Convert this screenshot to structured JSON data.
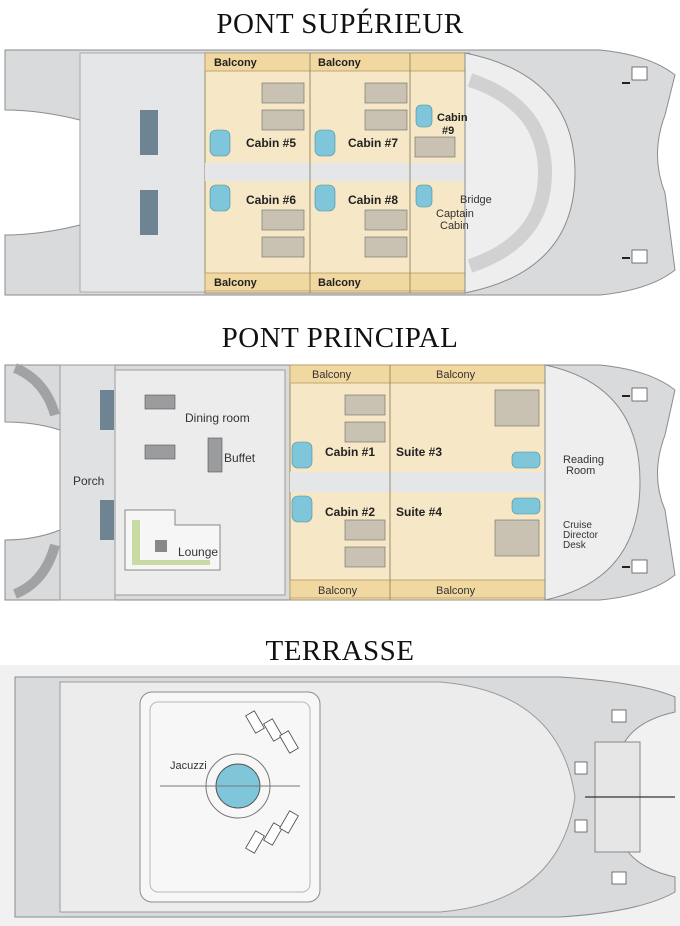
{
  "decks": {
    "upper": {
      "title": "PONT SUPÉRIEUR",
      "labels": {
        "balcony_tl": "Balcony",
        "balcony_tr": "Balcony",
        "balcony_bl": "Balcony",
        "balcony_br": "Balcony",
        "cabin5": "Cabin #5",
        "cabin7": "Cabin #7",
        "cabin9_a": "Cabin",
        "cabin9_b": "#9",
        "cabin6": "Cabin #6",
        "cabin8": "Cabin #8",
        "bridge": "Bridge",
        "captain_a": "Captain",
        "captain_b": "Cabin"
      }
    },
    "main": {
      "title": "PONT PRINCIPAL",
      "labels": {
        "dining": "Dining room",
        "buffet": "Buffet",
        "porch": "Porch",
        "lounge": "Lounge",
        "balcony_t1": "Balcony",
        "balcony_t2": "Balcony",
        "balcony_b1": "Balcony",
        "balcony_b2": "Balcony",
        "cabin1": "Cabin #1",
        "suite3": "Suite #3",
        "cabin2": "Cabin #2",
        "suite4": "Suite #4",
        "reading_a": "Reading",
        "reading_b": "Room",
        "cruise_a": "Cruise",
        "cruise_b": "Director",
        "cruise_c": "Desk"
      }
    },
    "sun": {
      "title": "TERRASSE",
      "labels": {
        "jacuzzi": "Jacuzzi"
      }
    }
  },
  "colors": {
    "hull": "#d9dadb",
    "deck": "#ebeced",
    "cabin": "#f6e7c6",
    "balcony": "#f1d7a0",
    "water": "#7fc6da",
    "outline": "#8a8c8e"
  }
}
